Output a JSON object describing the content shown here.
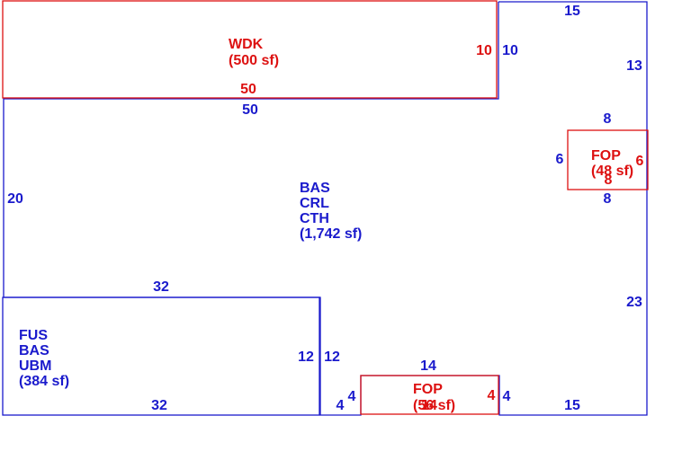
{
  "colors": {
    "main": "#1a1acc",
    "addon": "#dd1111",
    "background": "#ffffff"
  },
  "areas": {
    "main": {
      "codes": [
        "BAS",
        "CRL",
        "CTH"
      ],
      "area": "(1,742 sf)"
    },
    "fus": {
      "codes": [
        "FUS",
        "BAS",
        "UBM"
      ],
      "area": "(384 sf)"
    },
    "wdk": {
      "code": "WDK",
      "area": "(500 sf)"
    },
    "fop_right": {
      "code": "FOP",
      "area": "(48 sf)"
    },
    "fop_bottom": {
      "code": "FOP",
      "area": "(56 sf)"
    }
  },
  "dimensions": {
    "main": {
      "top_right": "15",
      "right_upper": "13",
      "above_fop": "8",
      "left_of_fop": "6",
      "below_fop": "8",
      "right_lower": "23",
      "bottom_right": "15",
      "bottom_notch_right": "4",
      "bottom_notch_left": "4",
      "notch_top": "14",
      "notch_low": "4",
      "left_side": "20",
      "top_under_wdk": "50",
      "wdk_side": "10",
      "fus_side": "12"
    },
    "fus": {
      "top": "32",
      "bottom": "32",
      "side": "12"
    },
    "wdk": {
      "bottom": "50",
      "side": "10"
    },
    "fop_right": {
      "top": "8",
      "side": "6"
    },
    "fop_bottom": {
      "top": "14",
      "side": "4"
    }
  }
}
